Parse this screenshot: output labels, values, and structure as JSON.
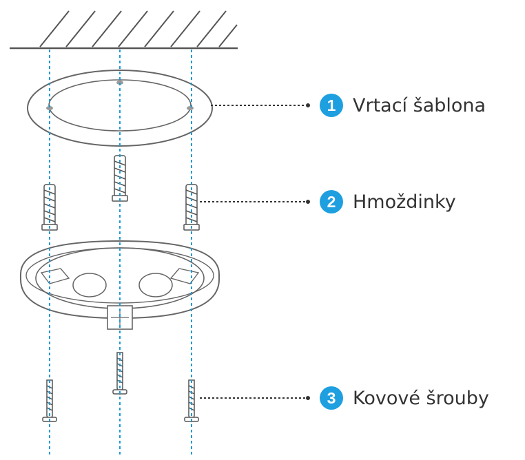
{
  "colors": {
    "accent": "#1e9fe0",
    "line": "#1b9bd8",
    "text": "#333333"
  },
  "callouts": [
    {
      "number": "1",
      "label": "Vrtací šablona"
    },
    {
      "number": "2",
      "label": "Hmoždinky"
    },
    {
      "number": "3",
      "label": "Kovové šrouby"
    }
  ]
}
